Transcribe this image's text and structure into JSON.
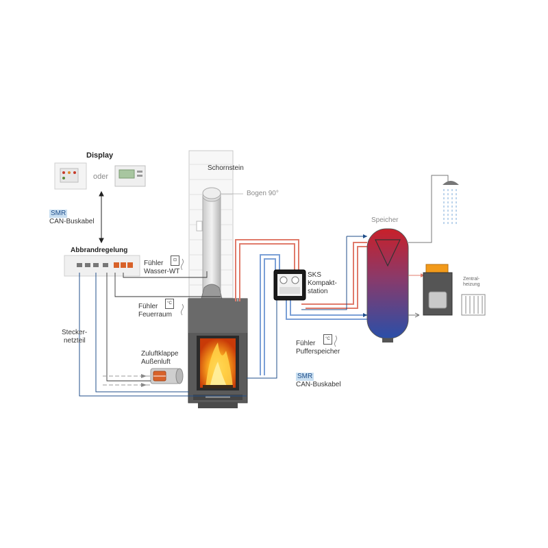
{
  "labels": {
    "display": "Display",
    "oder": "oder",
    "smr_top": "SMR",
    "can_top": "CAN-Buskabel",
    "abbrandregelung": "Abbrandregelung",
    "schornstein": "Schornstein",
    "bogen": "Bogen 90°",
    "fuehler_wasser_1": "Fühler",
    "fuehler_wasser_2": "Wasser-WT",
    "fuehler_feuer_1": "Fühler",
    "fuehler_feuer_2": "Feuerraum",
    "stecker_1": "Stecker-",
    "stecker_2": "netzteil",
    "zuluft_1": "Zuluftklappe",
    "zuluft_2": "Außenluft",
    "sks_1": "SKS",
    "sks_2": "Kompakt-",
    "sks_3": "station",
    "speicher": "Speicher",
    "zentral_1": "Zentral-",
    "zentral_2": "heizung",
    "fuehler_puffer_1": "Fühler",
    "fuehler_puffer_2": "Pufferspeicher",
    "smr_bottom": "SMR",
    "can_bottom": "CAN-Buskabel"
  },
  "sensors": {
    "water_symbol": "⊡",
    "fire_symbol": "°C",
    "buffer_symbol": "°C"
  },
  "colors": {
    "cable_blue": "#1f4e8a",
    "hot_pipe": "#e07a6a",
    "cold_pipe": "#7a9fd6",
    "tank_hot": "#c8202a",
    "tank_cold": "#2a4fa8",
    "smr_highlight": "#c9dff1"
  }
}
